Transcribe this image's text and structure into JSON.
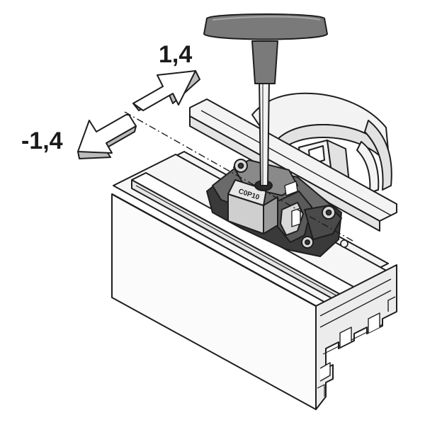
{
  "adjustment": {
    "positive_label": "1,4",
    "negative_label": "-1,4"
  },
  "part": {
    "stamp_text": "C0P10"
  },
  "colors": {
    "outline": "#1e1e1e",
    "profile_fill": "#f3f3f3",
    "fitting_dark": "#3a3a3a",
    "fitting_mid": "#6a6a6a",
    "fitting_light": "#d9d9d9",
    "tool_handle": "#7a7a7a",
    "arrow_fill": "#ffffff"
  },
  "icons": {
    "tool": "t-handle-hex-key-icon",
    "arrow_plus": "arrow-up-right-icon",
    "arrow_minus": "arrow-down-left-icon"
  }
}
